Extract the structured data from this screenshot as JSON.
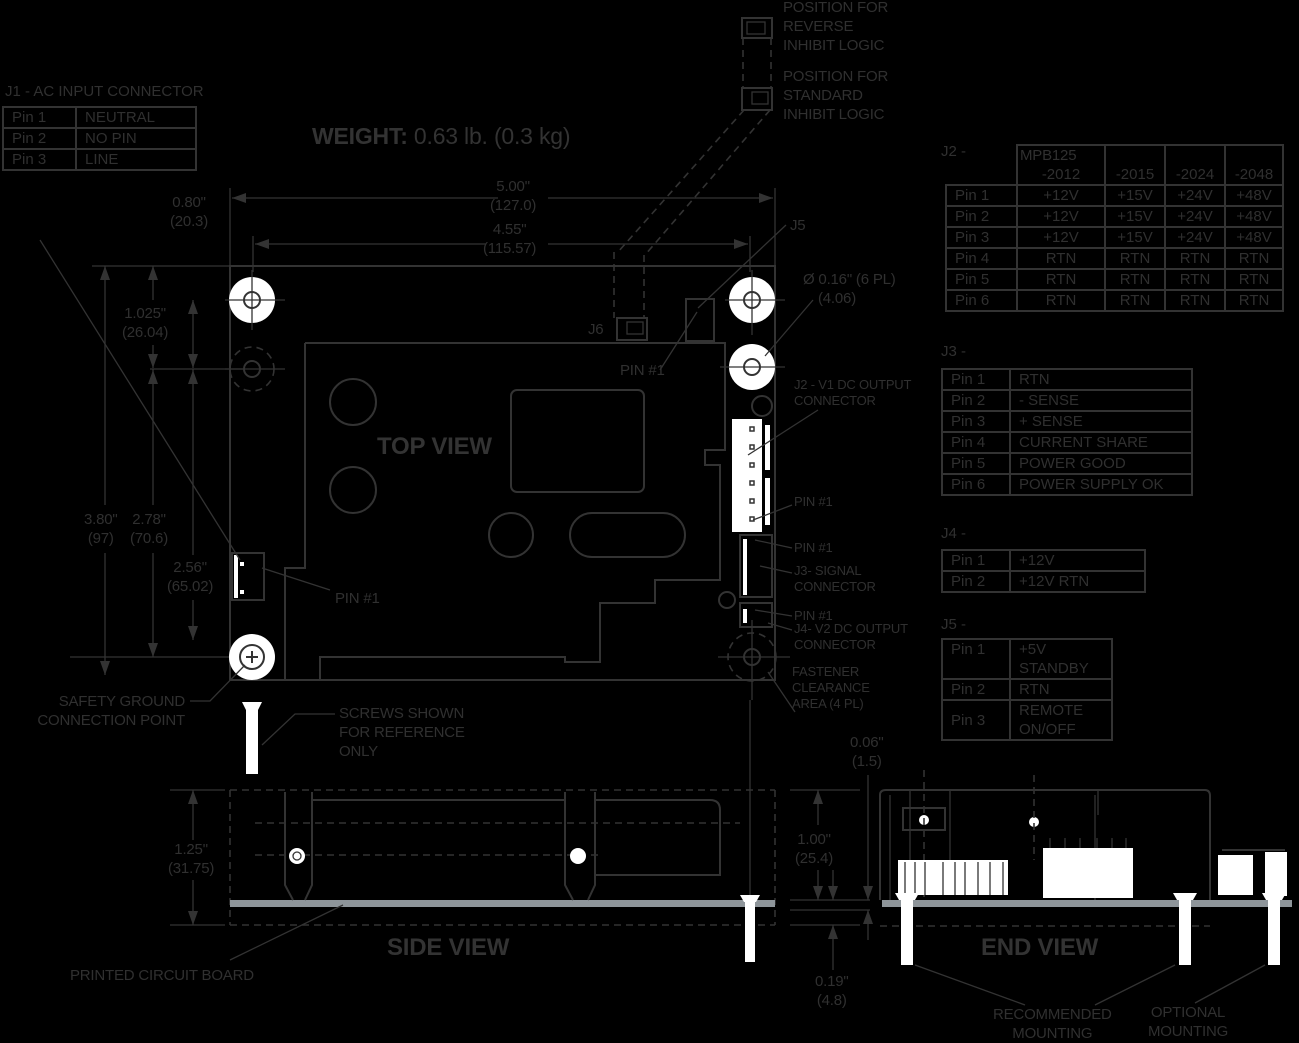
{
  "weight": {
    "label": "WEIGHT:",
    "value": "0.63 lb. (0.3 kg)"
  },
  "jumper_notes": {
    "reverse": [
      "POSITION FOR",
      "REVERSE",
      "INHIBIT LOGIC"
    ],
    "standard": [
      "POSITION FOR",
      "STANDARD",
      "INHIBIT LOGIC"
    ]
  },
  "j1": {
    "title": "J1 - AC INPUT CONNECTOR",
    "rows": [
      {
        "pin": "Pin 1",
        "value": "NEUTRAL"
      },
      {
        "pin": "Pin 2",
        "value": "NO PIN"
      },
      {
        "pin": "Pin 3",
        "value": "LINE"
      }
    ]
  },
  "j2": {
    "title": "J2 -",
    "headers": [
      "MPB125\n-2012",
      "-2015",
      "-2024",
      "-2048"
    ],
    "header_line1": "MPB125",
    "rows": [
      {
        "pin": "Pin 1",
        "values": [
          "+12V",
          "+15V",
          "+24V",
          "+48V"
        ]
      },
      {
        "pin": "Pin 2",
        "values": [
          "+12V",
          "+15V",
          "+24V",
          "+48V"
        ]
      },
      {
        "pin": "Pin 3",
        "values": [
          "+12V",
          "+15V",
          "+24V",
          "+48V"
        ]
      },
      {
        "pin": "Pin 4",
        "values": [
          "RTN",
          "RTN",
          "RTN",
          "RTN"
        ]
      },
      {
        "pin": "Pin 5",
        "values": [
          "RTN",
          "RTN",
          "RTN",
          "RTN"
        ]
      },
      {
        "pin": "Pin 6",
        "values": [
          "RTN",
          "RTN",
          "RTN",
          "RTN"
        ]
      }
    ],
    "col_headers": [
      "-2012",
      "-2015",
      "-2024",
      "-2048"
    ]
  },
  "j3": {
    "title": "J3 -",
    "rows": [
      {
        "pin": "Pin 1",
        "value": "RTN"
      },
      {
        "pin": "Pin 2",
        "value": "- SENSE"
      },
      {
        "pin": "Pin 3",
        "value": "+ SENSE"
      },
      {
        "pin": "Pin 4",
        "value": "CURRENT SHARE"
      },
      {
        "pin": "Pin 5",
        "value": "POWER GOOD"
      },
      {
        "pin": "Pin 6",
        "value": "POWER SUPPLY OK"
      }
    ]
  },
  "j4": {
    "title": "J4 -",
    "rows": [
      {
        "pin": "Pin 1",
        "value": "+12V"
      },
      {
        "pin": "Pin 2",
        "value": "+12V RTN"
      }
    ]
  },
  "j5": {
    "title": "J5 -",
    "rows": [
      {
        "pin": "Pin 1",
        "value1": "+5V",
        "value2": "STANDBY"
      },
      {
        "pin": "Pin 2",
        "value1": "RTN",
        "value2": ""
      },
      {
        "pin": "Pin 3",
        "value1": "REMOTE",
        "value2": "ON/OFF"
      }
    ]
  },
  "dimensions": {
    "overall_width": {
      "in": "5.00\"",
      "mm": "(127.0)"
    },
    "hole_spacing_width": {
      "in": "4.55\"",
      "mm": "(115.57)"
    },
    "left_offset": {
      "in": "0.80\"",
      "mm": "(20.3)"
    },
    "hole_offset_top": {
      "in": "1.025\"",
      "mm": "(26.04)"
    },
    "overall_height": {
      "in": "3.80\"",
      "mm": "(97)"
    },
    "hole_spacing_height": {
      "in": "2.78\"",
      "mm": "(70.6)"
    },
    "hole_spacing_alt": {
      "in": "2.56\"",
      "mm": "(65.02)"
    },
    "hole_diameter": {
      "in": "Ø 0.16\" (6 PL)",
      "mm": "(4.06)"
    },
    "side_height": {
      "in": "1.25\"",
      "mm": "(31.75)"
    },
    "component_height": {
      "in": "1.00\"",
      "mm": "(25.4)"
    },
    "pcb_thickness": {
      "in": "0.06\"",
      "mm": "(1.5)"
    },
    "bottom_clearance": {
      "in": "0.19\"",
      "mm": "(4.8)"
    }
  },
  "labels": {
    "top_view": "TOP VIEW",
    "side_view": "SIDE VIEW",
    "end_view": "END VIEW",
    "j5": "J5",
    "j6": "J6",
    "pin1": "PIN #1",
    "j2_conn": [
      "J2 - V1 DC OUTPUT",
      "CONNECTOR"
    ],
    "j3_conn": [
      "J3- SIGNAL",
      "CONNECTOR"
    ],
    "j4_conn": [
      "J4- V2 DC OUTPUT",
      "CONNECTOR"
    ],
    "fastener": [
      "FASTENER",
      "CLEARANCE",
      "AREA (4 PL)"
    ],
    "safety_ground": [
      "SAFETY GROUND",
      "CONNECTION POINT"
    ],
    "screws": [
      "SCREWS SHOWN",
      "FOR REFERENCE",
      "ONLY"
    ],
    "pcb": "PRINTED CIRCUIT BOARD",
    "recommended": [
      "RECOMMENDED",
      "MOUNTING"
    ],
    "optional": [
      "OPTIONAL",
      "MOUNTING"
    ]
  }
}
